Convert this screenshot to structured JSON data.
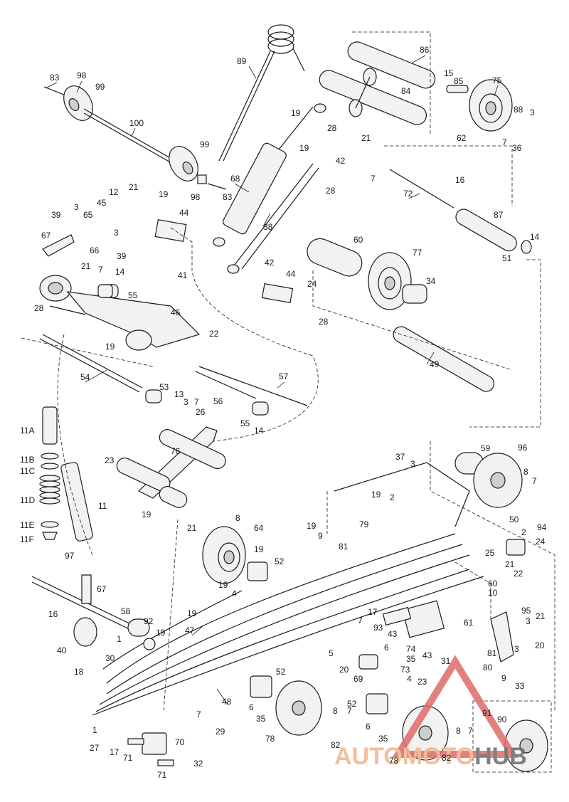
{
  "watermark": {
    "word_a": "AUTO",
    "word_b": "MOTO",
    "word_c": "HUB",
    "color_a": "#f4b28a",
    "color_b": "#f4b28a",
    "color_c": "#6a6a6a",
    "triangle_color": "#e06a6a"
  },
  "callouts": [
    {
      "id": "c83a",
      "text": "83"
    },
    {
      "id": "c98a",
      "text": "98"
    },
    {
      "id": "c99a",
      "text": "99"
    },
    {
      "id": "c100",
      "text": "100"
    },
    {
      "id": "c99b",
      "text": "99"
    },
    {
      "id": "c98b",
      "text": "98"
    },
    {
      "id": "c83b",
      "text": "83"
    },
    {
      "id": "c89",
      "text": "89"
    },
    {
      "id": "c86",
      "text": "86"
    },
    {
      "id": "c15",
      "text": "15"
    },
    {
      "id": "c85",
      "text": "85"
    },
    {
      "id": "c75",
      "text": "75"
    },
    {
      "id": "c84",
      "text": "84"
    },
    {
      "id": "c19a",
      "text": "19"
    },
    {
      "id": "c28a",
      "text": "28"
    },
    {
      "id": "c88",
      "text": "88"
    },
    {
      "id": "c3a",
      "text": "3"
    },
    {
      "id": "c7a",
      "text": "7"
    },
    {
      "id": "c36",
      "text": "36"
    },
    {
      "id": "c21a",
      "text": "21"
    },
    {
      "id": "c62",
      "text": "62"
    },
    {
      "id": "c7b",
      "text": "7"
    },
    {
      "id": "c16a",
      "text": "16"
    },
    {
      "id": "c19b",
      "text": "19"
    },
    {
      "id": "c42a",
      "text": "42"
    },
    {
      "id": "c28b",
      "text": "28"
    },
    {
      "id": "c68",
      "text": "68"
    },
    {
      "id": "c72",
      "text": "72"
    },
    {
      "id": "c12",
      "text": "12"
    },
    {
      "id": "c21b",
      "text": "21"
    },
    {
      "id": "c45",
      "text": "45"
    },
    {
      "id": "c19c",
      "text": "19"
    },
    {
      "id": "c44a",
      "text": "44"
    },
    {
      "id": "c39a",
      "text": "39"
    },
    {
      "id": "c3b",
      "text": "3"
    },
    {
      "id": "c65",
      "text": "65"
    },
    {
      "id": "c87",
      "text": "87"
    },
    {
      "id": "c38",
      "text": "38"
    },
    {
      "id": "c67a",
      "text": "67"
    },
    {
      "id": "c3c",
      "text": "3"
    },
    {
      "id": "c66",
      "text": "66"
    },
    {
      "id": "c39b",
      "text": "39"
    },
    {
      "id": "c60",
      "text": "60"
    },
    {
      "id": "c14a",
      "text": "14"
    },
    {
      "id": "c51",
      "text": "51"
    },
    {
      "id": "c77",
      "text": "77"
    },
    {
      "id": "c41",
      "text": "41"
    },
    {
      "id": "c42b",
      "text": "42"
    },
    {
      "id": "c21c",
      "text": "21"
    },
    {
      "id": "c7c",
      "text": "7"
    },
    {
      "id": "c14b",
      "text": "14"
    },
    {
      "id": "c44b",
      "text": "44"
    },
    {
      "id": "c24a",
      "text": "24"
    },
    {
      "id": "c34",
      "text": "34"
    },
    {
      "id": "c55a",
      "text": "55"
    },
    {
      "id": "c28c",
      "text": "28"
    },
    {
      "id": "c46",
      "text": "46"
    },
    {
      "id": "c28d",
      "text": "28"
    },
    {
      "id": "c22a",
      "text": "22"
    },
    {
      "id": "c19d",
      "text": "19"
    },
    {
      "id": "c49",
      "text": "49"
    },
    {
      "id": "c54",
      "text": "54"
    },
    {
      "id": "c57",
      "text": "57"
    },
    {
      "id": "c53",
      "text": "53"
    },
    {
      "id": "c13",
      "text": "13"
    },
    {
      "id": "c3d",
      "text": "3"
    },
    {
      "id": "c7d",
      "text": "7"
    },
    {
      "id": "c56",
      "text": "56"
    },
    {
      "id": "c26",
      "text": "26"
    },
    {
      "id": "c55b",
      "text": "55"
    },
    {
      "id": "c14c",
      "text": "14"
    },
    {
      "id": "c11A",
      "text": "11A"
    },
    {
      "id": "c11B",
      "text": "11B"
    },
    {
      "id": "c11C",
      "text": "11C"
    },
    {
      "id": "c23a",
      "text": "23"
    },
    {
      "id": "c76",
      "text": "76"
    },
    {
      "id": "c59",
      "text": "59"
    },
    {
      "id": "c96",
      "text": "96"
    },
    {
      "id": "c37",
      "text": "37"
    },
    {
      "id": "c3e",
      "text": "3"
    },
    {
      "id": "c8a",
      "text": "8"
    },
    {
      "id": "c7e",
      "text": "7"
    },
    {
      "id": "c11D",
      "text": "11D"
    },
    {
      "id": "c11",
      "text": "11"
    },
    {
      "id": "c19e",
      "text": "19"
    },
    {
      "id": "c2a",
      "text": "2"
    },
    {
      "id": "c19f",
      "text": "19"
    },
    {
      "id": "c94",
      "text": "94"
    },
    {
      "id": "c11E",
      "text": "11E"
    },
    {
      "id": "c11F",
      "text": "11F"
    },
    {
      "id": "c8b",
      "text": "8"
    },
    {
      "id": "c19g",
      "text": "19"
    },
    {
      "id": "c79",
      "text": "79"
    },
    {
      "id": "c50",
      "text": "50"
    },
    {
      "id": "c21d",
      "text": "21"
    },
    {
      "id": "c64",
      "text": "64"
    },
    {
      "id": "c9a",
      "text": "9"
    },
    {
      "id": "c2b",
      "text": "2"
    },
    {
      "id": "c97",
      "text": "97"
    },
    {
      "id": "c81a",
      "text": "81"
    },
    {
      "id": "c19h",
      "text": "19"
    },
    {
      "id": "c25",
      "text": "25"
    },
    {
      "id": "c24b",
      "text": "24"
    },
    {
      "id": "c52a",
      "text": "52"
    },
    {
      "id": "c21e",
      "text": "21"
    },
    {
      "id": "c22b",
      "text": "22"
    },
    {
      "id": "c19i",
      "text": "19"
    },
    {
      "id": "c4a",
      "text": "4"
    },
    {
      "id": "c67b",
      "text": "67"
    },
    {
      "id": "c60b",
      "text": "60"
    },
    {
      "id": "c10",
      "text": "10"
    },
    {
      "id": "c95",
      "text": "95"
    },
    {
      "id": "c3f",
      "text": "3"
    },
    {
      "id": "c21f",
      "text": "21"
    },
    {
      "id": "c58",
      "text": "58"
    },
    {
      "id": "c17a",
      "text": "17"
    },
    {
      "id": "c16b",
      "text": "16"
    },
    {
      "id": "c19j",
      "text": "19"
    },
    {
      "id": "c92",
      "text": "92"
    },
    {
      "id": "c61",
      "text": "61"
    },
    {
      "id": "c7f",
      "text": "7"
    },
    {
      "id": "c93",
      "text": "93"
    },
    {
      "id": "c43a",
      "text": "43"
    },
    {
      "id": "c74",
      "text": "74"
    },
    {
      "id": "c47",
      "text": "47"
    },
    {
      "id": "c1a",
      "text": "1"
    },
    {
      "id": "c19k",
      "text": "19"
    },
    {
      "id": "c43b",
      "text": "43"
    },
    {
      "id": "c40",
      "text": "40"
    },
    {
      "id": "c3g",
      "text": "3"
    },
    {
      "id": "c20a",
      "text": "20"
    },
    {
      "id": "c30",
      "text": "30"
    },
    {
      "id": "c6a",
      "text": "6"
    },
    {
      "id": "c5",
      "text": "5"
    },
    {
      "id": "c35a",
      "text": "35"
    },
    {
      "id": "c81b",
      "text": "81"
    },
    {
      "id": "c31",
      "text": "31"
    },
    {
      "id": "c73",
      "text": "73"
    },
    {
      "id": "c20b",
      "text": "20"
    },
    {
      "id": "c80",
      "text": "80"
    },
    {
      "id": "c18",
      "text": "18"
    },
    {
      "id": "c52b",
      "text": "52"
    },
    {
      "id": "c69",
      "text": "69"
    },
    {
      "id": "c4b",
      "text": "4"
    },
    {
      "id": "c23b",
      "text": "23"
    },
    {
      "id": "c9b",
      "text": "9"
    },
    {
      "id": "c33",
      "text": "33"
    },
    {
      "id": "c6b",
      "text": "6"
    },
    {
      "id": "c48",
      "text": "48"
    },
    {
      "id": "c52c",
      "text": "52"
    },
    {
      "id": "c35b",
      "text": "35"
    },
    {
      "id": "c8c",
      "text": "8"
    },
    {
      "id": "c7g",
      "text": "7"
    },
    {
      "id": "c91",
      "text": "91"
    },
    {
      "id": "c90",
      "text": "90"
    },
    {
      "id": "c7h",
      "text": "7"
    },
    {
      "id": "c29",
      "text": "29"
    },
    {
      "id": "c6c",
      "text": "6"
    },
    {
      "id": "c35c",
      "text": "35"
    },
    {
      "id": "c8d",
      "text": "8"
    },
    {
      "id": "c7i",
      "text": "7"
    },
    {
      "id": "c1b",
      "text": "1"
    },
    {
      "id": "c27",
      "text": "27"
    },
    {
      "id": "c17b",
      "text": "17"
    },
    {
      "id": "c70",
      "text": "70"
    },
    {
      "id": "c78a",
      "text": "78"
    },
    {
      "id": "c82a",
      "text": "82"
    },
    {
      "id": "c71a",
      "text": "71"
    },
    {
      "id": "c82b",
      "text": "82"
    },
    {
      "id": "c78b",
      "text": "78"
    },
    {
      "id": "c32",
      "text": "32"
    },
    {
      "id": "c71b",
      "text": "71"
    }
  ]
}
